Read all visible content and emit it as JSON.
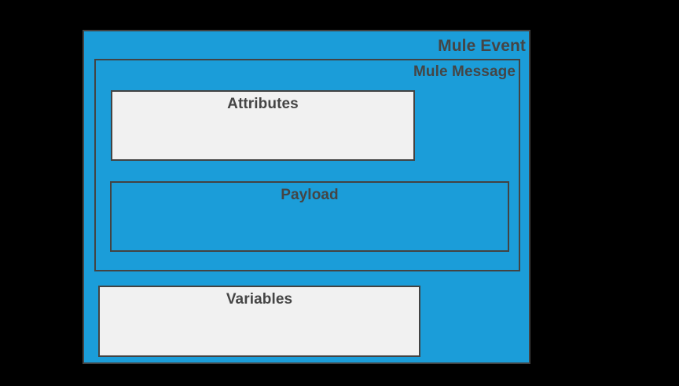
{
  "diagram": {
    "background_color": "#000000",
    "accent_color": "#1b9dd9",
    "border_color": "#434343",
    "light_fill_color": "#f1f1f1",
    "text_color": "#454545",
    "outer": {
      "label": "Mule Event",
      "inner": {
        "label": "Mule Message",
        "boxes": [
          {
            "label": "Attributes",
            "fill": "#f1f1f1"
          },
          {
            "label": "Payload",
            "fill": "#1b9dd9"
          }
        ]
      },
      "boxes": [
        {
          "label": "Variables",
          "fill": "#f1f1f1"
        }
      ]
    }
  }
}
